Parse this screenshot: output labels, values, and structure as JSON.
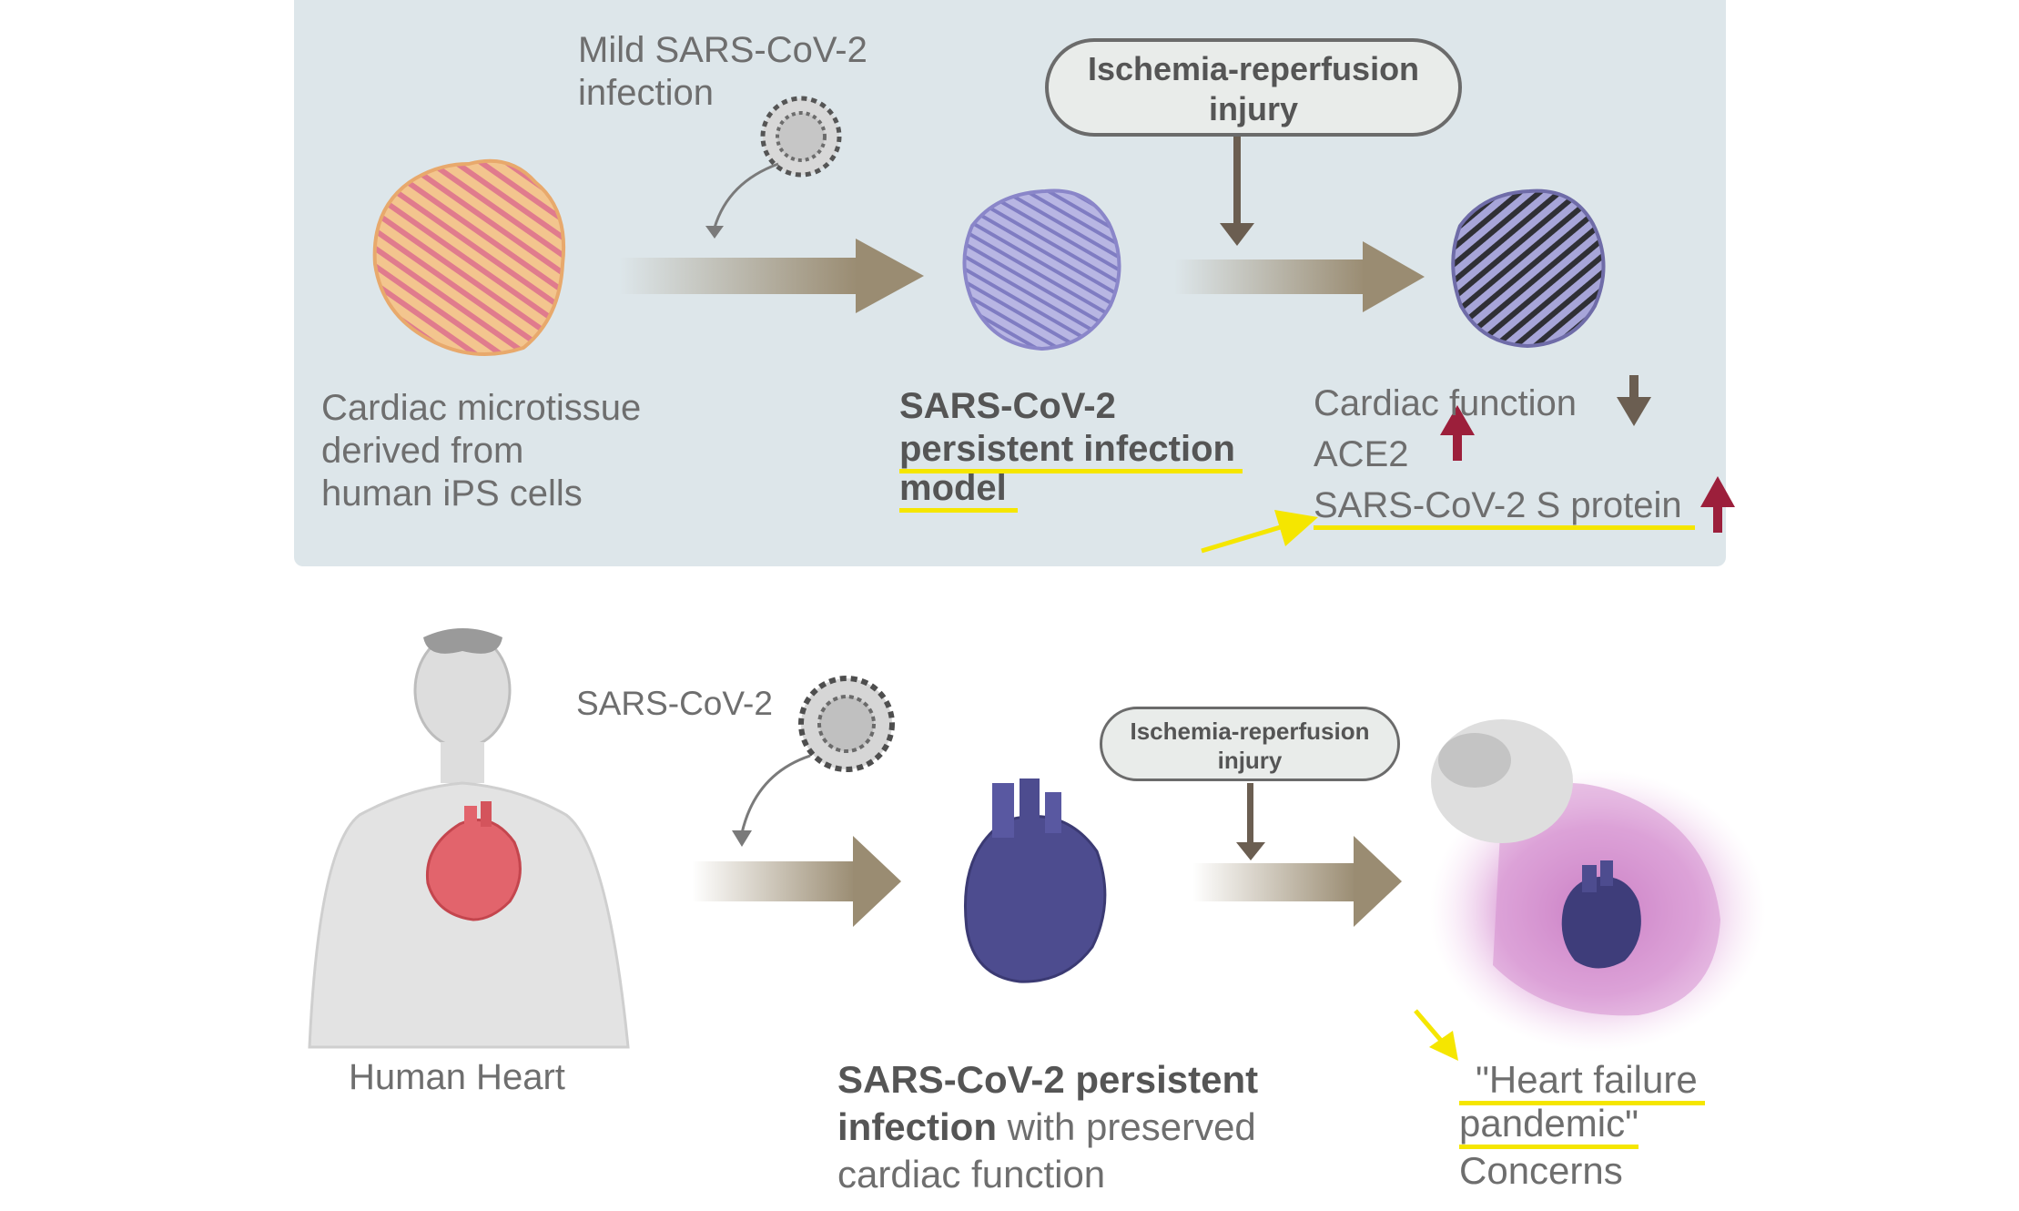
{
  "top": {
    "infection_label_line1": "Mild SARS-CoV-2",
    "infection_label_line2": "infection",
    "injury_pill_line1": "Ischemia-reperfusion",
    "injury_pill_line2": "injury",
    "microtissue_label": [
      "Cardiac microtissue",
      "derived from",
      "human iPS cells"
    ],
    "model_label": [
      "SARS-CoV-2",
      "persistent infection",
      "model"
    ],
    "outcomes": [
      {
        "text": "Cardiac function",
        "direction": "down",
        "color": "#6b5e51"
      },
      {
        "text": "ACE2",
        "direction": "up",
        "color": "#9c1f3b"
      },
      {
        "text": "SARS-CoV-2 S protein",
        "direction": "up",
        "color": "#9c1f3b"
      }
    ]
  },
  "bottom": {
    "virus_label": "SARS-CoV-2",
    "injury_pill_line1": "Ischemia-reperfusion",
    "injury_pill_line2": "injury",
    "human_heart_label": "Human Heart",
    "persistent_bold": "SARS-CoV-2 persistent",
    "persistent_bold2": "infection",
    "persistent_rest": " with preserved",
    "persistent_line3": "cardiac function",
    "hf_line1": "\"Heart failure",
    "hf_line2": "pandemic\"",
    "hf_line3": "Concerns"
  },
  "colors": {
    "panel_bg": "#dde6ea",
    "arrow": "#9a8c72",
    "highlight": "#f5e600",
    "heart_blue": "#4d4c8f",
    "heart_red": "#e2646c",
    "glow": "#c86fc0"
  }
}
